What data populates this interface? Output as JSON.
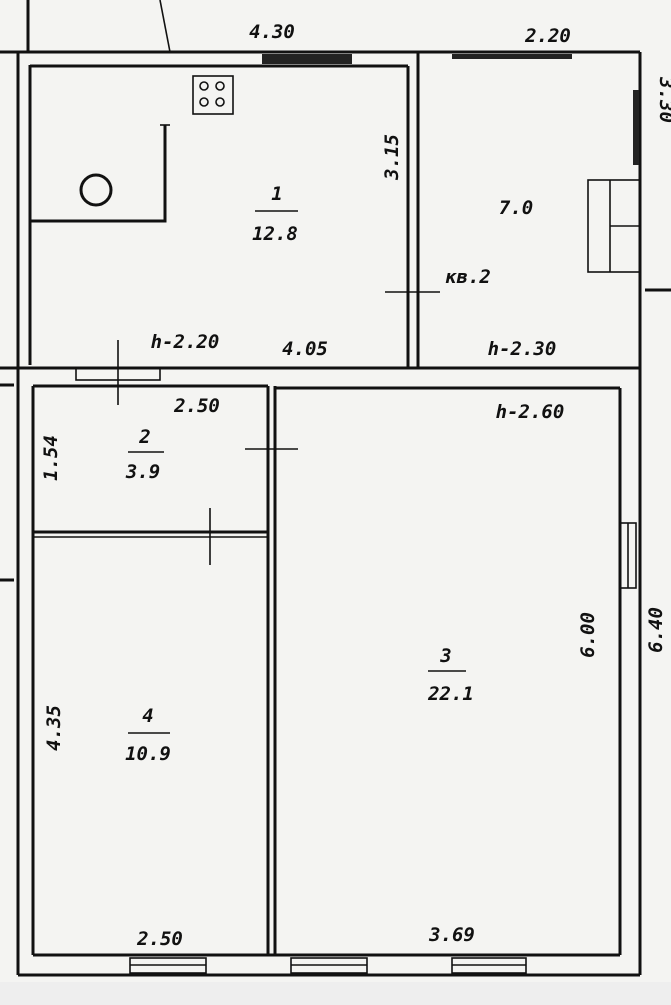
{
  "plan": {
    "colors": {
      "ink": "#111111",
      "paper": "#f4f4f2"
    },
    "dimensions": {
      "top_left": "4.30",
      "top_right": "2.20",
      "right_upper": "3.30",
      "kitchen_height_side": "3.15",
      "kitchen_bottom": "4.05",
      "kitchen_ceiling": "h-2.20",
      "right_room_ceiling": "h-2.30",
      "room2_top": "2.50",
      "room2_side": "1.54",
      "room3_ceiling": "h-2.60",
      "room3_side": "6.00",
      "outer_right": "6.40",
      "room4_side": "4.35",
      "room4_bottom": "2.50",
      "room3_bottom": "3.69",
      "corridor_label": "кв.2"
    },
    "rooms": [
      {
        "number": "1",
        "area": "12.8"
      },
      {
        "number": "",
        "area": "7.0"
      },
      {
        "number": "2",
        "area": "3.9"
      },
      {
        "number": "3",
        "area": "22.1"
      },
      {
        "number": "4",
        "area": "10.9"
      }
    ],
    "icons": [
      "stove-icon",
      "sink-icon",
      "stairs-icon",
      "window-icon",
      "door-icon"
    ]
  }
}
